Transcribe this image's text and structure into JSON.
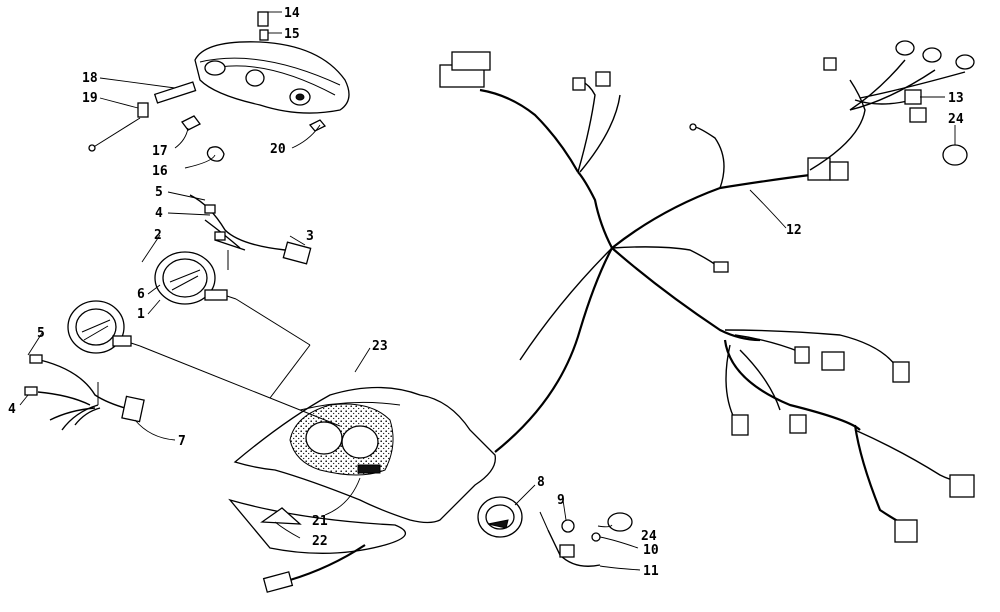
{
  "diagram": {
    "callouts": [
      {
        "id": "c14",
        "text": "14"
      },
      {
        "id": "c15",
        "text": "15"
      },
      {
        "id": "c18",
        "text": "18"
      },
      {
        "id": "c19",
        "text": "19"
      },
      {
        "id": "c17",
        "text": "17"
      },
      {
        "id": "c16",
        "text": "16"
      },
      {
        "id": "c20",
        "text": "20"
      },
      {
        "id": "c5a",
        "text": "5"
      },
      {
        "id": "c4a",
        "text": "4"
      },
      {
        "id": "c3",
        "text": "3"
      },
      {
        "id": "c2",
        "text": "2"
      },
      {
        "id": "c6",
        "text": "6"
      },
      {
        "id": "c1",
        "text": "1"
      },
      {
        "id": "c5b",
        "text": "5"
      },
      {
        "id": "c4b",
        "text": "4"
      },
      {
        "id": "c7",
        "text": "7"
      },
      {
        "id": "c23",
        "text": "23"
      },
      {
        "id": "c21",
        "text": "21"
      },
      {
        "id": "c22",
        "text": "22"
      },
      {
        "id": "c8",
        "text": "8"
      },
      {
        "id": "c9",
        "text": "9"
      },
      {
        "id": "c24a",
        "text": "24"
      },
      {
        "id": "c10",
        "text": "10"
      },
      {
        "id": "c11",
        "text": "11"
      },
      {
        "id": "c12",
        "text": "12"
      },
      {
        "id": "c13",
        "text": "13"
      },
      {
        "id": "c24b",
        "text": "24"
      }
    ]
  }
}
